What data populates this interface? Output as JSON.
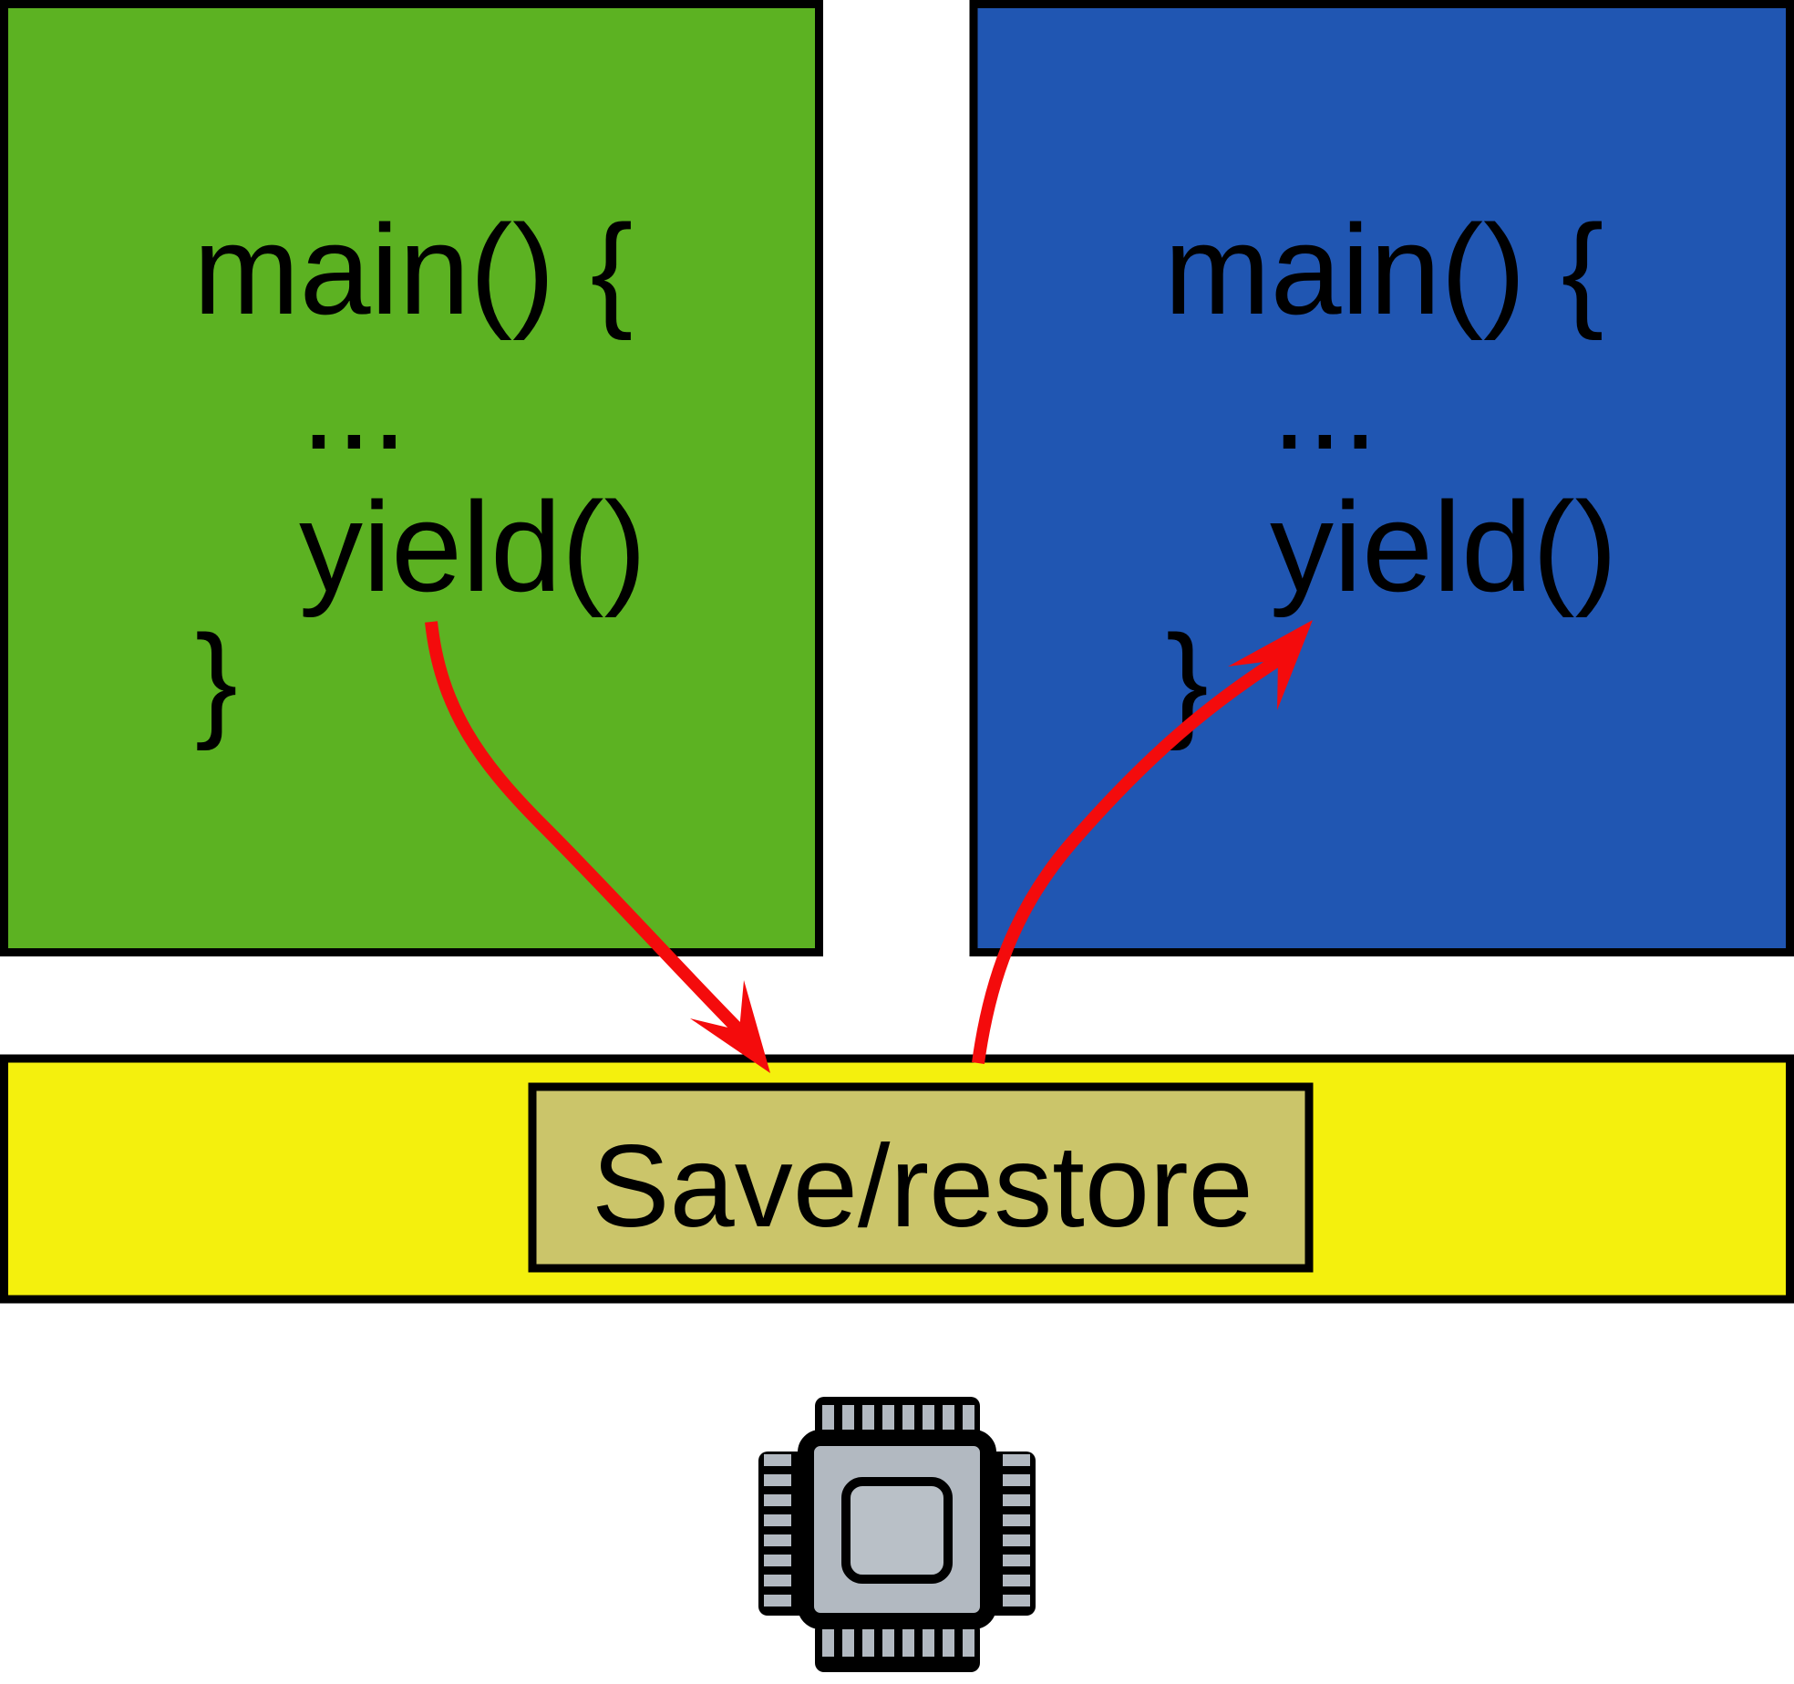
{
  "colors": {
    "green_box": "#5cb222",
    "blue_box": "#2056b2",
    "kernel_bar": "#f4f00d",
    "save_restore_box": "#cbc56a",
    "arrow_red": "#f40b0c",
    "outline_black": "#000000",
    "chip_body": "#b2b9c1",
    "chip_inner": "#b9c0c7",
    "chip_pin": "#b2b9c1"
  },
  "green_thread": {
    "lines": [
      "main() {",
      "...",
      "yield()",
      "}"
    ]
  },
  "blue_thread": {
    "lines": [
      "main() {",
      "...",
      "yield()",
      "}"
    ]
  },
  "kernel": {
    "save_restore_label": "Save/restore"
  },
  "icons": {
    "cpu_icon": "cpu-chip"
  }
}
